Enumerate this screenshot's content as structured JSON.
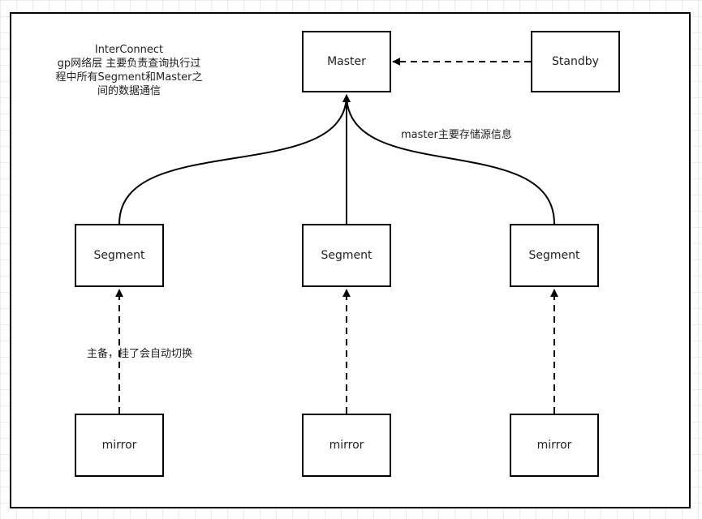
{
  "nodes": {
    "master": "Master",
    "standby": "Standby",
    "segment_left": "Segment",
    "segment_center": "Segment",
    "segment_right": "Segment",
    "mirror_left": "mirror",
    "mirror_center": "mirror",
    "mirror_right": "mirror"
  },
  "notes": {
    "interconnect_title": "InterConnect",
    "interconnect_line1": "gp网络层 主要负责查询执行过",
    "interconnect_line2": "程中所有Segment和Master之",
    "interconnect_line3": "间的数据通信",
    "master_note": "master主要存储源信息",
    "mirror_note": "主备，挂了会自动切换"
  },
  "colors": {
    "stroke": "#000000",
    "text": "#222222",
    "grid": "#ececec"
  }
}
